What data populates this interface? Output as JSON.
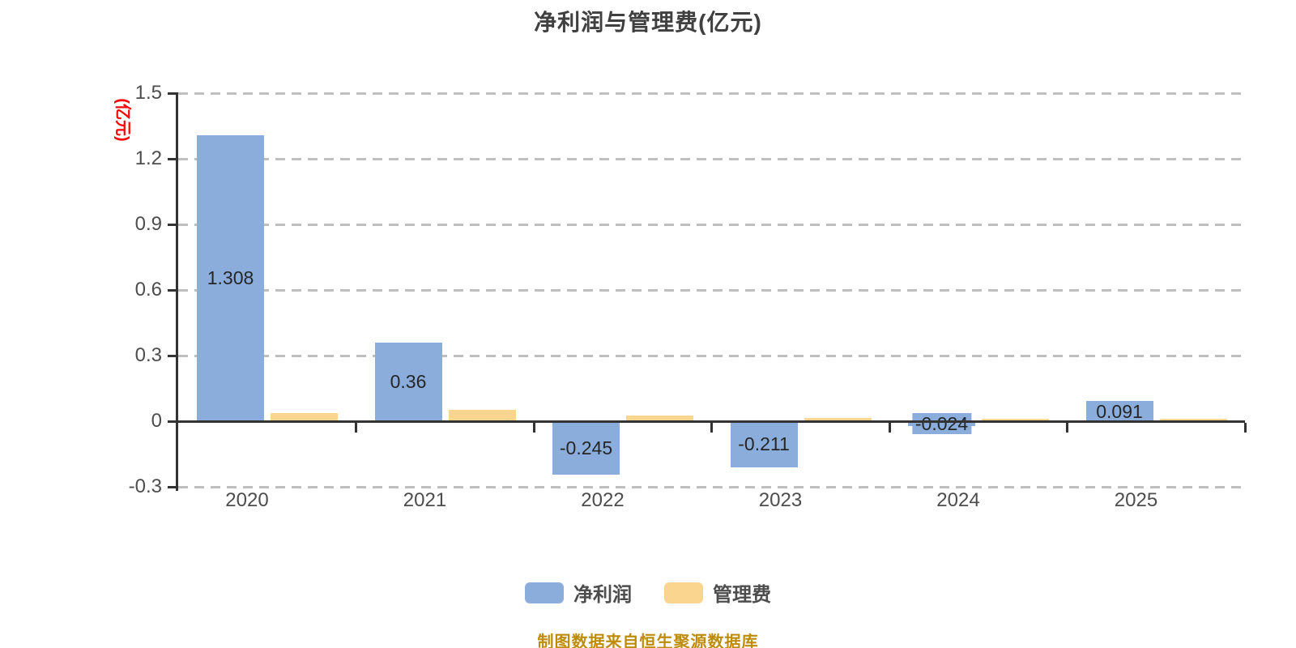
{
  "chart_data": {
    "type": "bar",
    "title": "净利润与管理费(亿元)",
    "unit_label": "(亿元)",
    "categories": [
      "2020",
      "2021",
      "2022",
      "2023",
      "2024",
      "2025"
    ],
    "series": [
      {
        "name": "净利润",
        "key": "net-profit",
        "color": "#8badDB",
        "values": [
          1.308,
          0.36,
          -0.245,
          -0.211,
          -0.024,
          0.091
        ],
        "labels": [
          "1.308",
          "0.36",
          "-0.245",
          "-0.211",
          "-0.024",
          "0.091"
        ],
        "show_labels": true
      },
      {
        "name": "管理费",
        "key": "mgmt-fee",
        "color": "#fad58f",
        "values": [
          0.037,
          0.052,
          0.026,
          0.015,
          0.011,
          0.011
        ],
        "labels": [],
        "show_labels": false
      }
    ],
    "yticks": [
      1.5,
      1.2,
      0.9,
      0.6,
      0.3,
      0,
      -0.3
    ],
    "ylim": [
      -0.3,
      1.5
    ],
    "grid": "horizontal-dashed",
    "legend_position": "bottom-center",
    "source_note": "制图数据来自恒生聚源数据库",
    "colors": {
      "net_profit": "#8badDB",
      "mgmt_fee": "#fad58f",
      "axis": "#333333",
      "grid": "#bfbfbf",
      "title_text": "#404040",
      "tick_text": "#4d4d4d",
      "value_text": "#262626",
      "unit_text": "#ff0000",
      "source_text": "#be8c0a"
    }
  }
}
